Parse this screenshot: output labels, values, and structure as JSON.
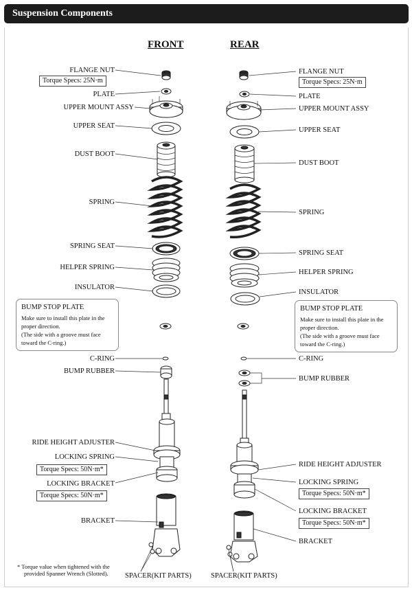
{
  "title": "Suspension Components",
  "columns": {
    "front": "FRONT",
    "rear": "REAR"
  },
  "front": {
    "flange_nut": "FLANGE NUT",
    "flange_nut_torque": "Torque Specs: 25N·m",
    "plate": "PLATE",
    "upper_mount": "UPPER MOUNT ASSY",
    "upper_seat": "UPPER SEAT",
    "dust_boot": "DUST BOOT",
    "spring": "SPRING",
    "spring_seat": "SPRING SEAT",
    "helper_spring": "HELPER SPRING",
    "insulator": "INSULATOR",
    "c_ring": "C-RING",
    "bump_rubber": "BUMP RUBBER",
    "ride_height_adjuster": "RIDE HEIGHT ADJUSTER",
    "locking_spring": "LOCKING SPRING",
    "locking_spring_torque": "Torque Specs: 50N·m*",
    "locking_bracket": "LOCKING BRACKET",
    "locking_bracket_torque": "Torque Specs: 50N·m*",
    "bracket": "BRACKET",
    "spacer": "SPACER(KIT PARTS)"
  },
  "rear": {
    "flange_nut": "FLANGE NUT",
    "flange_nut_torque": "Torque Specs: 25N·m",
    "plate": "PLATE",
    "upper_mount": "UPPER MOUNT ASSY",
    "upper_seat": "UPPER  SEAT",
    "dust_boot": "DUST BOOT",
    "spring": "SPRING",
    "spring_seat": "SPRING SEAT",
    "helper_spring": "HELPER SPRING",
    "insulator": "INSULATOR",
    "c_ring": "C-RING",
    "bump_rubber": "BUMP RUBBER",
    "ride_height_adjuster": "RIDE HEIGHT ADJUSTER",
    "locking_spring": "LOCKING SPRING",
    "locking_spring_torque": "Torque Specs: 50N·m*",
    "locking_bracket": "LOCKING BRACKET",
    "locking_bracket_torque": "Torque Specs: 50N·m*",
    "bracket": "BRACKET",
    "spacer": "SPACER(KIT PARTS)"
  },
  "bump_stop_note": {
    "title": "BUMP STOP PLATE",
    "line1": "Make sure to install this plate in the",
    "line2": "proper direction.",
    "line3": "(The side with a groove must face",
    "line4": "toward the C-ring.)"
  },
  "footnote": {
    "line1": "* Torque value when tightened with the",
    "line2": "provided Spanner Wrench (Slotted)."
  }
}
